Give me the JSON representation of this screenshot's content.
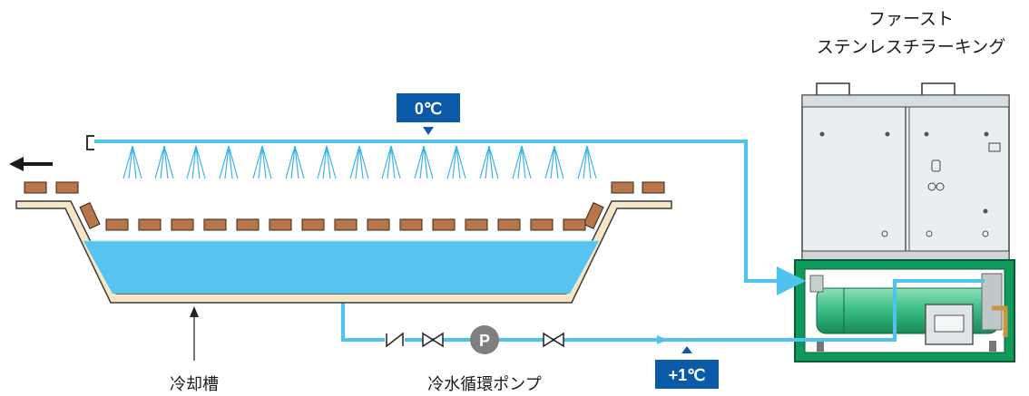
{
  "title_line1": "ファースト",
  "title_line2": "ステンレスチラーキング",
  "supply_temp": "0℃",
  "return_temp": "+1℃",
  "tank_label": "冷却槽",
  "pump_label": "冷水循環ポンプ",
  "pump_symbol": "P",
  "colors": {
    "pipe": "#4fc3f0",
    "water": "#56c4ee",
    "badge": "#0a5aa8",
    "brick": "#b8774a",
    "tank_wall": "#f5e6c8",
    "chiller_base": "#0f9a5c"
  }
}
